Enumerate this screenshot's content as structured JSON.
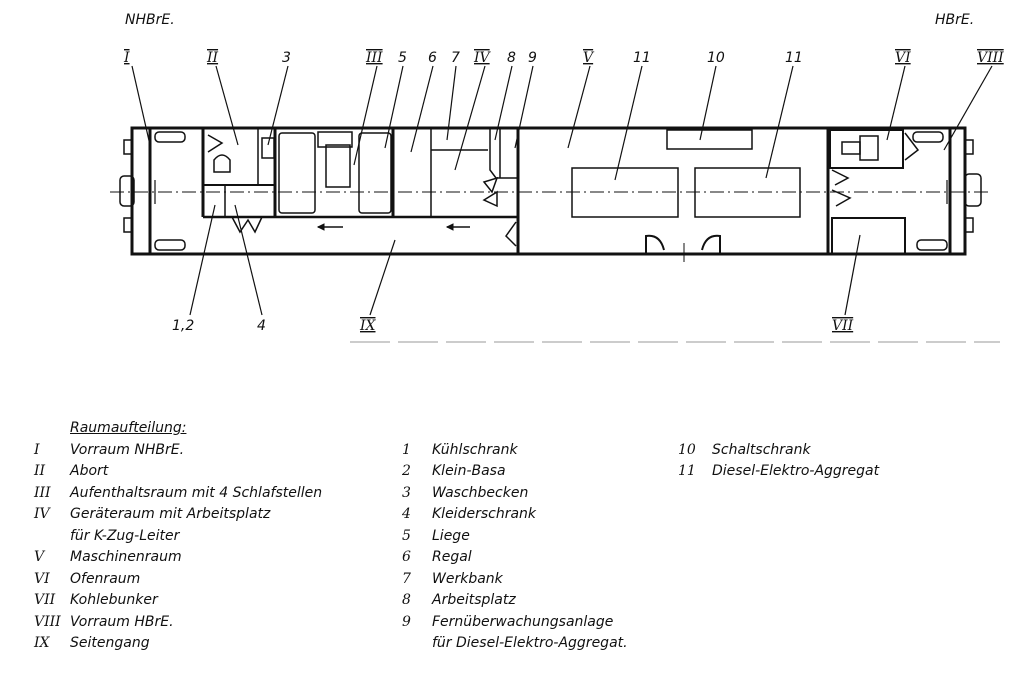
{
  "header": {
    "left_label": "NHBrE.",
    "right_label": "HBrE."
  },
  "callouts": {
    "I": "I",
    "II": "II",
    "3": "3",
    "III": "III",
    "5": "5",
    "6": "6",
    "7": "7",
    "IV": "IV",
    "8": "8",
    "9": "9",
    "V": "V",
    "11a": "11",
    "10": "10",
    "11b": "11",
    "VI": "VI",
    "VIII": "VIII",
    "12": "1,2",
    "4": "4",
    "IX": "IX",
    "VII": "VII"
  },
  "legend": {
    "title": "Raumaufteilung:",
    "rooms": [
      {
        "key": "I",
        "text": "Vorraum NHBrE."
      },
      {
        "key": "II",
        "text": "Abort"
      },
      {
        "key": "III",
        "text": "Aufenthaltsraum mit 4 Schlafstellen"
      },
      {
        "key": "IV",
        "text": "Geräteraum mit Arbeitsplatz"
      },
      {
        "key": "",
        "text": "für K-Zug-Leiter"
      },
      {
        "key": "V",
        "text": "Maschinenraum"
      },
      {
        "key": "VI",
        "text": "Ofenraum"
      },
      {
        "key": "VII",
        "text": "Kohlebunker"
      },
      {
        "key": "VIII",
        "text": "Vorraum HBrE."
      },
      {
        "key": "IX",
        "text": "Seitengang"
      }
    ],
    "items": [
      {
        "key": "1",
        "text": "Kühlschrank"
      },
      {
        "key": "2",
        "text": "Klein-Basa"
      },
      {
        "key": "3",
        "text": "Waschbecken"
      },
      {
        "key": "4",
        "text": "Kleiderschrank"
      },
      {
        "key": "5",
        "text": "Liege"
      },
      {
        "key": "6",
        "text": "Regal"
      },
      {
        "key": "7",
        "text": "Werkbank"
      },
      {
        "key": "8",
        "text": "Arbeitsplatz"
      },
      {
        "key": "9",
        "text": "Fernüberwachungsanlage"
      },
      {
        "key": "",
        "text": "für Diesel-Elektro-Aggregat."
      }
    ],
    "items2": [
      {
        "key": "10",
        "text": "Schaltschrank"
      },
      {
        "key": "11",
        "text": "Diesel-Elektro-Aggregat"
      }
    ]
  }
}
